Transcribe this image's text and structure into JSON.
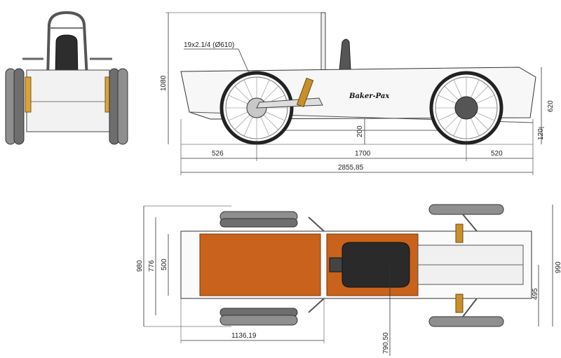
{
  "drawing": {
    "brand_label": "Baker-Pax",
    "tire_spec": "19x2.1/4 (Ø610)",
    "side_view": {
      "overall_height": "1080",
      "front_overhang": "526",
      "wheelbase": "1700",
      "rear_overhang": "520",
      "overall_length": "2855,85",
      "body_height": "620",
      "ground_clearance": "200",
      "rear_clearance": "120"
    },
    "top_view": {
      "overall_width": "980",
      "track_width": "776",
      "cargo_width": "500",
      "rear_track": "990",
      "rear_half_width": "495",
      "cargo_length": "1136,19",
      "seat_offset": "790,50"
    }
  },
  "colors": {
    "line": "#333333",
    "tire": "#8f8f8f",
    "tire_dark": "#4a4a4a",
    "wood": "#c8621c",
    "wood_dark": "#a14a10",
    "seat": "#2a2a2a",
    "spring": "#c9902a"
  }
}
